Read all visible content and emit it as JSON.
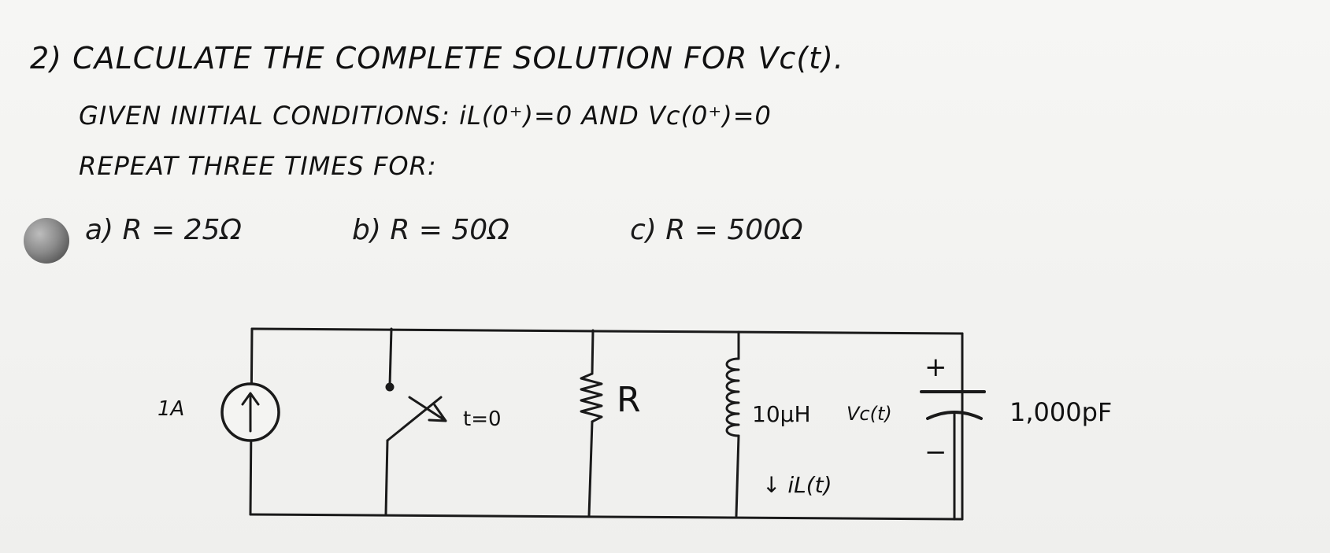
{
  "problem": {
    "line1": "2) CALCULATE THE COMPLETE SOLUTION FOR Vc(t).",
    "line2": "GIVEN INITIAL CONDITIONS:  iL(0⁺)=0  AND  Vc(0⁺)=0",
    "line3": "REPEAT THREE TIMES FOR:",
    "options": {
      "a": "a) R = 25Ω",
      "b": "b) R = 50Ω",
      "c": "c) R = 500Ω"
    }
  },
  "circuit": {
    "source_label": "1A",
    "switch_label": "t=0",
    "resistor_label": "R",
    "inductor_label": "10μH",
    "capacitor_voltage_label": "Vc(t)",
    "capacitor_value_label": "1,000pF",
    "plus_sign": "+",
    "minus_sign": "−",
    "current_label": "↓ iL(t)"
  }
}
